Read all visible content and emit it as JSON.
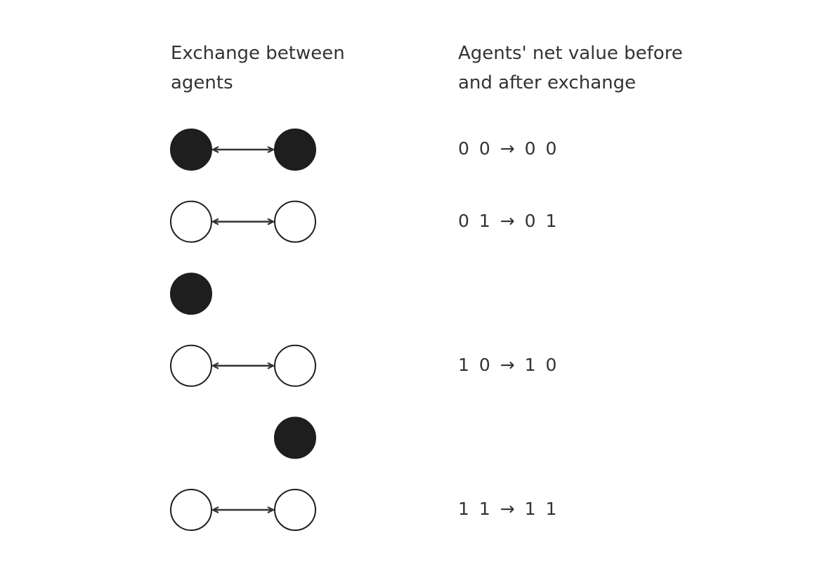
{
  "headers": {
    "left_line1": "Exchange between",
    "left_line2": "agents",
    "right_line1": "Agents' net value before",
    "right_line2": "and after exchange"
  },
  "colors": {
    "filled": "#1e1e1e",
    "outline": "#1e1e1e",
    "arrow": "#333333",
    "text": "#333333"
  },
  "rows": [
    {
      "left": "filled",
      "right": "filled",
      "arrow": true,
      "label": "0 0 → 0 0"
    },
    {
      "left": "empty",
      "right": "empty",
      "arrow": true,
      "label": "0 1 → 0 1"
    },
    {
      "left": "filled",
      "right": "none",
      "arrow": false,
      "label": ""
    },
    {
      "left": "empty",
      "right": "empty",
      "arrow": true,
      "label": "1 0 → 1 0"
    },
    {
      "left": "none",
      "right": "filled",
      "arrow": false,
      "label": ""
    },
    {
      "left": "empty",
      "right": "empty",
      "arrow": true,
      "label": "1 1 → 1 1"
    }
  ]
}
